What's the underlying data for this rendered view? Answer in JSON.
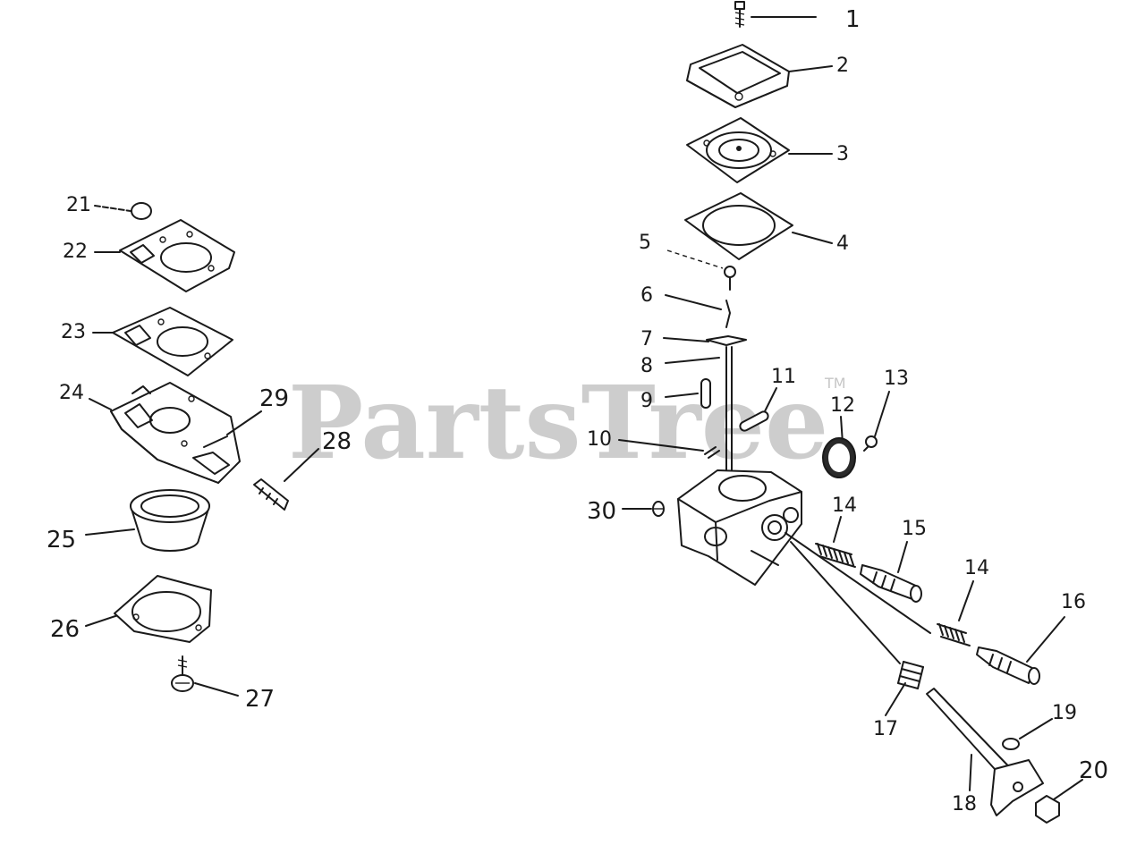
{
  "watermark": {
    "text": "PartsTree",
    "trademark": "TM"
  },
  "callouts": {
    "n1": "1",
    "n2": "2",
    "n3": "3",
    "n4": "4",
    "n5": "5",
    "n6": "6",
    "n7": "7",
    "n8": "8",
    "n9": "9",
    "n10": "10",
    "n11": "11",
    "n12": "12",
    "n13": "13",
    "n14a": "14",
    "n14b": "14",
    "n15": "15",
    "n16": "16",
    "n17": "17",
    "n18": "18",
    "n19": "19",
    "n20": "20",
    "n21": "21",
    "n22": "22",
    "n23": "23",
    "n24": "24",
    "n25": "25",
    "n26": "26",
    "n27": "27",
    "n28": "28",
    "n29": "29",
    "n30": "30"
  }
}
